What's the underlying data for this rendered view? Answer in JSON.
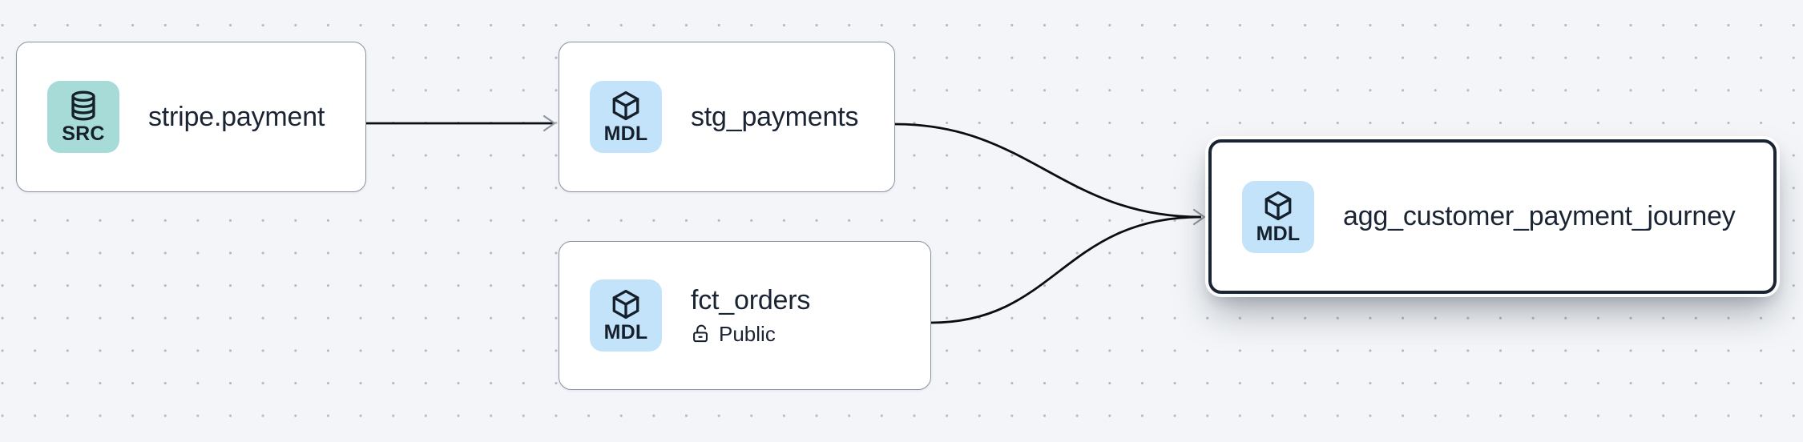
{
  "canvas": {
    "background_color": "#f3f5f8",
    "dot_color": "#b4b9c2",
    "edge_color": "#0c0d10",
    "arrow_color": "#8f96a1",
    "selected_border_color": "#1b2433",
    "node_border_color": "#8b92a1"
  },
  "badge_colors": {
    "source": "#a6dbd7",
    "model": "#c2e3f9"
  },
  "nodes": [
    {
      "title": "stripe.payment",
      "badge": "SRC",
      "type": "source",
      "icon": "database-icon",
      "selected": false
    },
    {
      "title": "stg_payments",
      "badge": "MDL",
      "type": "model",
      "icon": "cube-icon",
      "selected": false
    },
    {
      "title": "fct_orders",
      "badge": "MDL",
      "type": "model",
      "icon": "cube-icon",
      "access": "Public",
      "access_icon": "unlock-icon",
      "selected": false
    },
    {
      "title": "agg_customer_payment_journey",
      "badge": "MDL",
      "type": "model",
      "icon": "cube-icon",
      "selected": true
    }
  ],
  "edges": [
    {
      "from": "stripe.payment",
      "to": "stg_payments"
    },
    {
      "from": "stg_payments",
      "to": "agg_customer_payment_journey"
    },
    {
      "from": "fct_orders",
      "to": "agg_customer_payment_journey"
    }
  ]
}
